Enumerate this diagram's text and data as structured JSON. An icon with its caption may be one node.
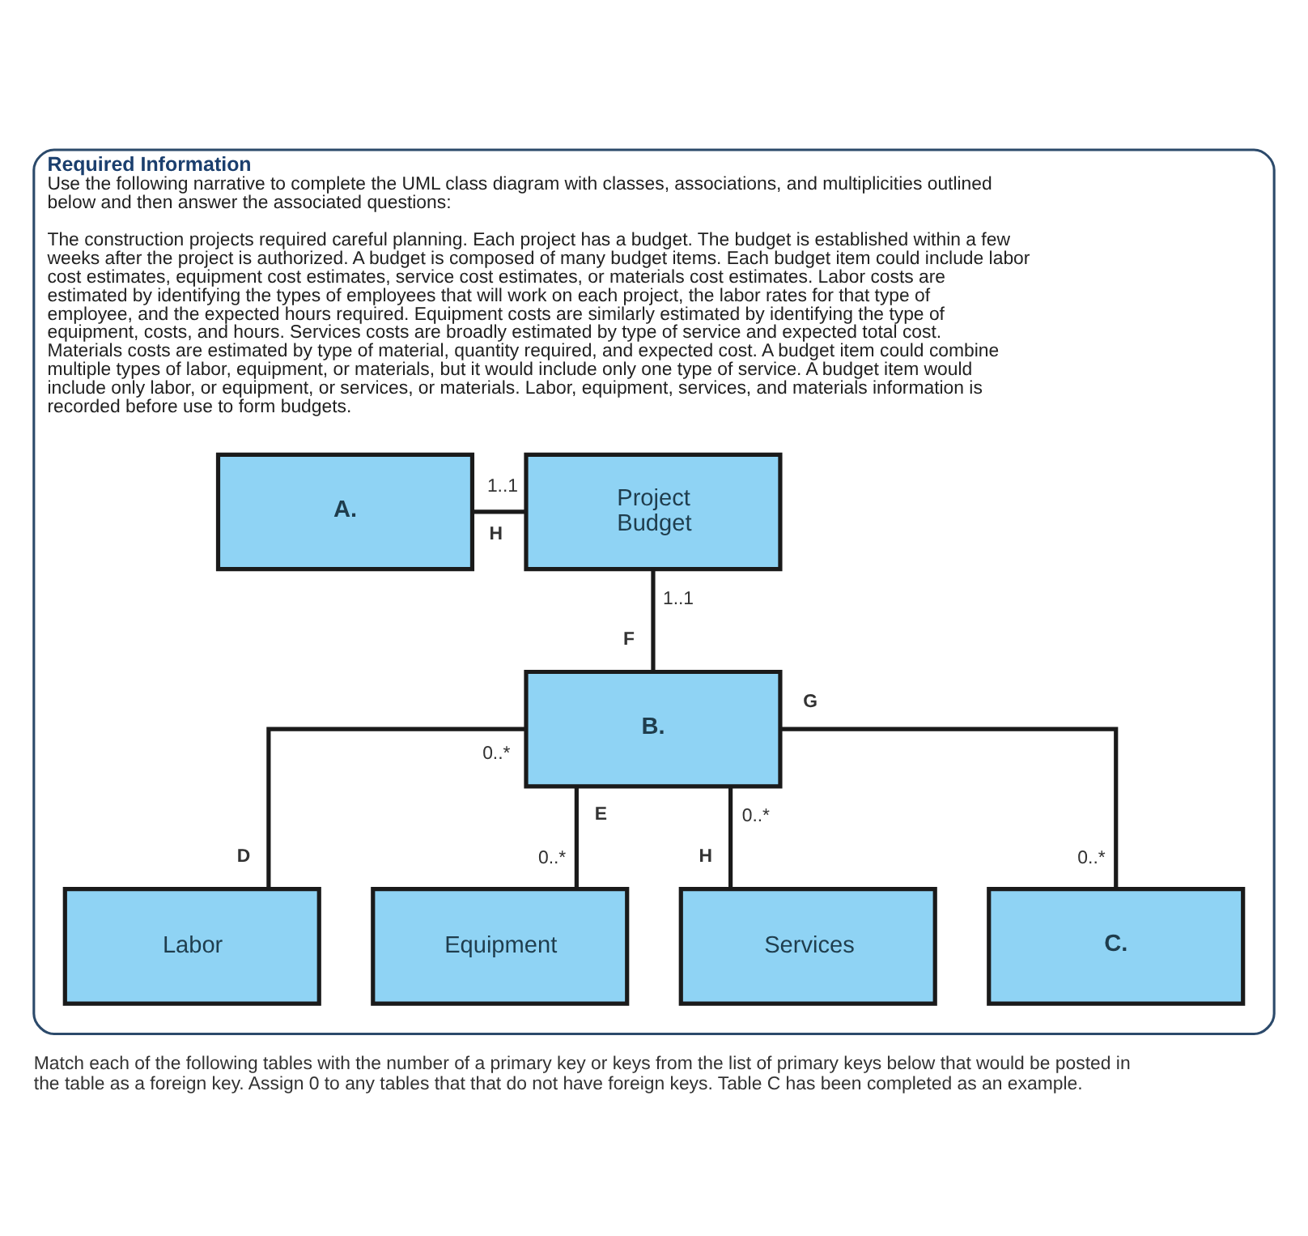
{
  "diagram": {
    "caption": "Match each of the following tables with the number of a primary key or keys from the list of primary keys below that would be posted in the table as a foreign key. Assign 0 to any tables that that do not have foreign keys. Table C has been completed as an example.",
    "nodes": [
      {
        "text": [
          "Required Information",
          "Use the following narrative to complete the UML class diagram with classes, associations, and multiplicities outlined below and then answer the associated questions:",
          "The construction projects required careful planning. Each project has a budget. The budget is established within a few weeks after the project is authorized. A budget is composed of many budget items. Each budget item could include labor cost estimates, equipment cost estimates, service cost estimates, or materials cost estimates. Labor costs are estimated by identifying the types of employees that will work on each project, the labor rates for that type of employee, and the expected hours required. Equipment costs are similarly estimated by identifying the type of equipment, costs, and hours. Services costs are broadly estimated by type of service and expected total cost. Materials costs are estimated by type of material, quantity required, and expected cost. A budget item could combine multiple types of labor, equipment, or materials, but it would include only one type of service. A budget item would include only labor, or equipment, or services, or materials. Labor, equipment, services, and materials information is recorded before use to form budgets."
        ]
      },
      {
        "text": [
          "A."
        ],
        "in": 0
      },
      {
        "text": [
          "Project Budget"
        ],
        "in": 0
      },
      {
        "text": [
          "B."
        ],
        "in": 0
      },
      {
        "text": [
          "Labor"
        ],
        "in": 0
      },
      {
        "text": [
          "Equipment"
        ],
        "in": 0
      },
      {
        "text": [
          "Services"
        ],
        "in": 0
      },
      {
        "text": [
          "C."
        ],
        "in": 0
      }
    ],
    "edges": [
      {
        "from": 1,
        "to": 2,
        "arrow": "none"
      },
      {
        "from": 2,
        "to": 3,
        "arrow": "none"
      },
      {
        "from": 3,
        "to": 4,
        "arrow": "none"
      },
      {
        "from": 3,
        "to": 5,
        "arrow": "none"
      },
      {
        "from": 3,
        "to": 6,
        "arrow": "none"
      },
      {
        "from": 3,
        "to": 7,
        "arrow": "none"
      }
    ],
    "labels": [
      "1..1",
      "H",
      "1..1",
      "F",
      "0..*",
      "G",
      "E",
      "0..*",
      "D",
      "0..*",
      "H",
      "0..*"
    ]
  }
}
